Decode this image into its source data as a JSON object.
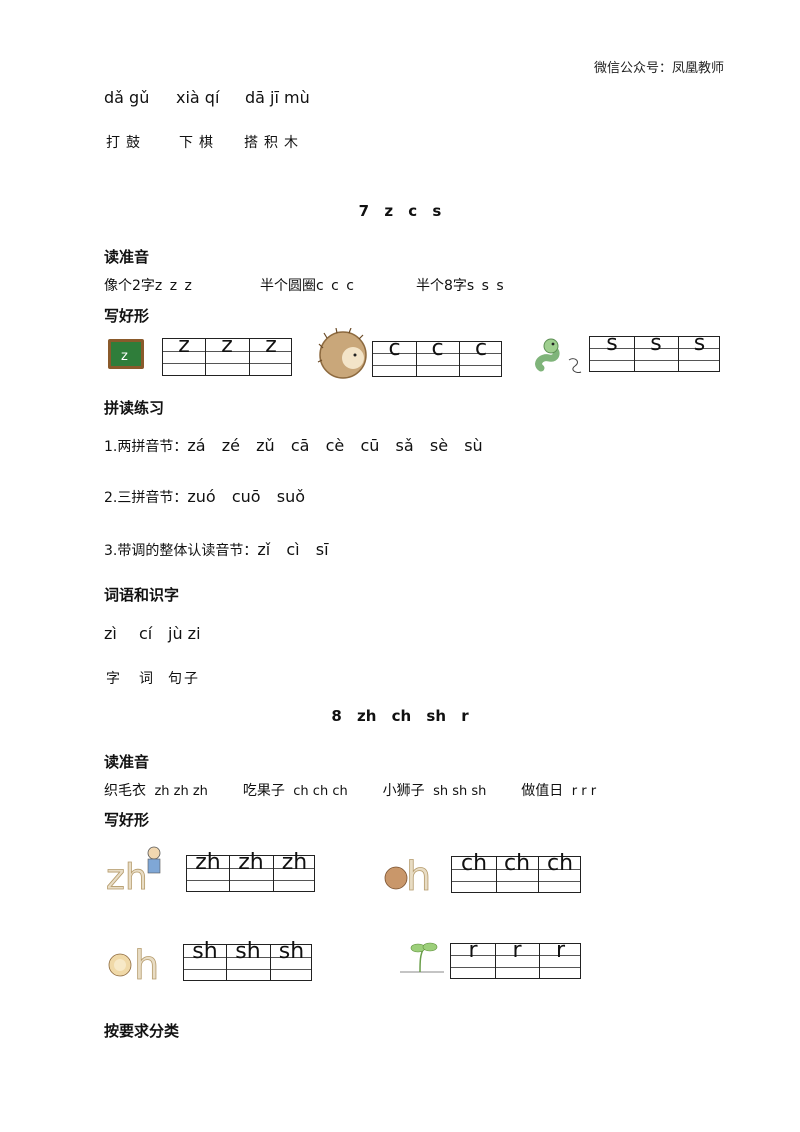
{
  "header": {
    "right_text": "微信公众号：凤凰教师"
  },
  "top_words": {
    "pinyin": [
      "dǎ gǔ",
      "xià qí",
      "dā jī mù"
    ],
    "hanzi": [
      "打鼓",
      "下棋",
      "搭积木"
    ]
  },
  "lesson7": {
    "title": "7 z c s",
    "read_heading": "读准音",
    "read_items": [
      "像个2字z z z",
      "半个圆圈c c c",
      "半个8字s s s"
    ],
    "write_heading": "写好形",
    "write_letters": {
      "z": [
        "z",
        "z",
        "z"
      ],
      "c": [
        "c",
        "c",
        "c"
      ],
      "s": [
        "s",
        "s",
        "s"
      ]
    },
    "blackboard_letter": "z",
    "practice_heading": "拼读练习",
    "practice": [
      {
        "label": "1.两拼音节：",
        "text": "zá  zé  zǔ  cā  cè  cū  sǎ  sè  sù"
      },
      {
        "label": "2.三拼音节：",
        "text": "zuó  cuō  suǒ"
      },
      {
        "label": "3.带调的整体认读音节：",
        "text": "zǐ  cì  sī"
      }
    ],
    "words_heading": "词语和识字",
    "words_pinyin": [
      "zì",
      "cí",
      "jù zi"
    ],
    "words_hanzi": [
      "字",
      "词",
      "句子"
    ]
  },
  "lesson8": {
    "title": "8 zh ch sh r",
    "read_heading": "读准音",
    "read_items": [
      {
        "hanzi": "织毛衣",
        "pinyin": "zh zh zh"
      },
      {
        "hanzi": "吃果子",
        "pinyin": "ch ch ch"
      },
      {
        "hanzi": "小狮子",
        "pinyin": "sh sh sh"
      },
      {
        "hanzi": "做值日",
        "pinyin": "r r r"
      }
    ],
    "write_heading": "写好形",
    "write_letters": {
      "zh": [
        "zh",
        "zh",
        "zh"
      ],
      "ch": [
        "ch",
        "ch",
        "ch"
      ],
      "sh": [
        "sh",
        "sh",
        "sh"
      ],
      "r": [
        "r",
        "r",
        "r"
      ]
    },
    "pic_labels": {
      "zh": "zh",
      "ch": "h",
      "sh": "h"
    },
    "classify_heading": "按要求分类"
  }
}
